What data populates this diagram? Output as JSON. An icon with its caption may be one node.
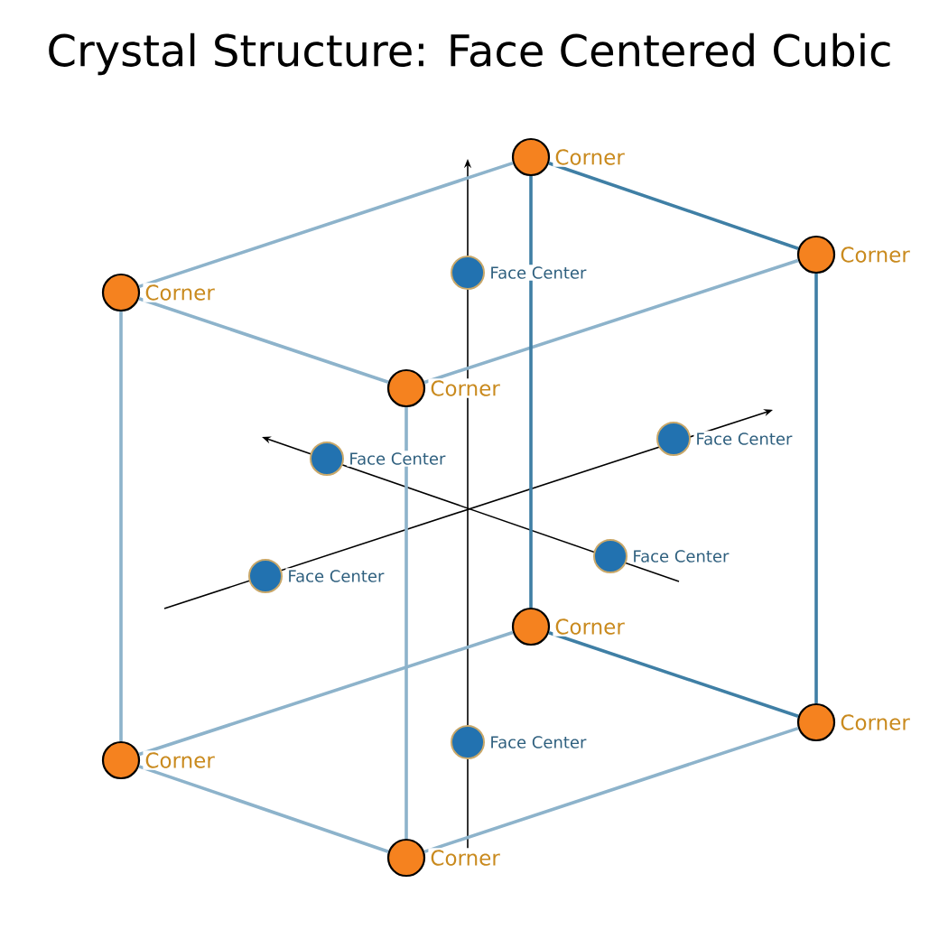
{
  "diagram": {
    "title": "Crystal Structure: Face Centered Cubic",
    "nodes": [
      {
        "text": [],
        "shape": "circle",
        "beside": [
          "Corner"
        ]
      },
      {
        "text": [],
        "shape": "circle",
        "beside": [
          "Corner"
        ]
      },
      {
        "text": [],
        "shape": "circle",
        "beside": [
          "Face Center"
        ]
      },
      {
        "text": [],
        "shape": "circle",
        "beside": [
          "Corner"
        ]
      },
      {
        "text": [],
        "shape": "circle",
        "beside": [
          "Corner"
        ]
      },
      {
        "text": [],
        "shape": "circle",
        "beside": [
          "Face Center"
        ]
      },
      {
        "text": [],
        "shape": "circle",
        "beside": [
          "Face Center"
        ]
      },
      {
        "text": [],
        "shape": "circle",
        "beside": [
          "Face Center"
        ]
      },
      {
        "text": [],
        "shape": "circle",
        "beside": [
          "Face Center"
        ]
      },
      {
        "text": [],
        "shape": "circle",
        "beside": [
          "Corner"
        ]
      },
      {
        "text": [],
        "shape": "circle",
        "beside": [
          "Corner"
        ]
      },
      {
        "text": [],
        "shape": "circle",
        "beside": [
          "Face Center"
        ]
      },
      {
        "text": [],
        "shape": "circle",
        "beside": [
          "Corner"
        ]
      },
      {
        "text": [],
        "shape": "circle",
        "beside": [
          "Corner"
        ]
      }
    ],
    "edges": [
      {
        "from": 0,
        "to": 1,
        "arrow": "none",
        "color": "#3f7fa5"
      },
      {
        "from": 0,
        "to": 3,
        "arrow": "none"
      },
      {
        "from": 3,
        "to": 4,
        "arrow": "none"
      },
      {
        "from": 4,
        "to": 1,
        "arrow": "none"
      },
      {
        "from": 9,
        "to": 10,
        "arrow": "none",
        "color": "#3f7fa5"
      },
      {
        "from": 9,
        "to": 12,
        "arrow": "none"
      },
      {
        "from": 12,
        "to": 13,
        "arrow": "none"
      },
      {
        "from": 13,
        "to": 10,
        "arrow": "none"
      },
      {
        "from": 0,
        "to": 9,
        "arrow": "none",
        "color": "#3f7fa5"
      },
      {
        "from": 1,
        "to": 10,
        "arrow": "none",
        "color": "#3f7fa5"
      },
      {
        "from": 3,
        "to": 12,
        "arrow": "none"
      },
      {
        "from": 4,
        "to": 13,
        "arrow": "none"
      }
    ]
  }
}
